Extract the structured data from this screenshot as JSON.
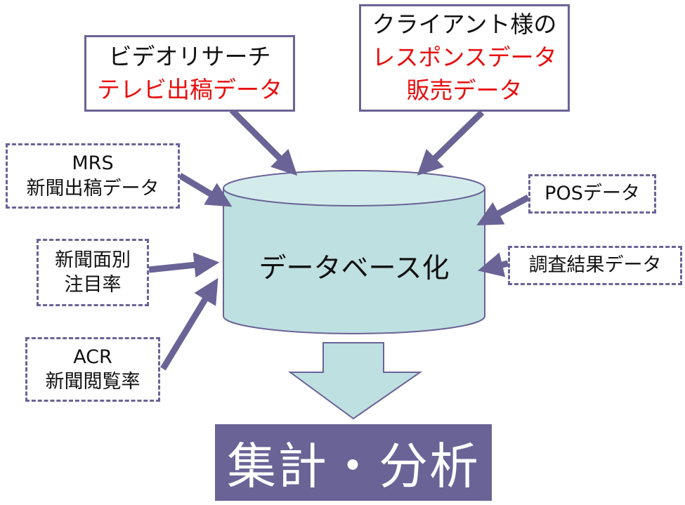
{
  "sources": {
    "video_research": {
      "line1": "ビデオリサーチ",
      "line2": "テレビ出稿データ"
    },
    "client": {
      "line1": "クライアント様の",
      "line2": "レスポンスデータ",
      "line3": "販売データ"
    },
    "mrs": {
      "line1": "MRS",
      "line2": "新聞出稿データ"
    },
    "newspaper_attention": {
      "line1": "新聞面別",
      "line2": "注目率"
    },
    "acr": {
      "line1": "ACR",
      "line2": "新聞閲覧率"
    },
    "pos": {
      "line1": "POSデータ"
    },
    "survey": {
      "line1": "調査結果データ"
    }
  },
  "database": {
    "label": "データベース化"
  },
  "result": {
    "label": "集計・分析"
  },
  "colors": {
    "border": "#6a6396",
    "highlight_text": "#e81010",
    "cylinder_fill": "#bfe0e1",
    "result_fill": "#6a6396"
  }
}
